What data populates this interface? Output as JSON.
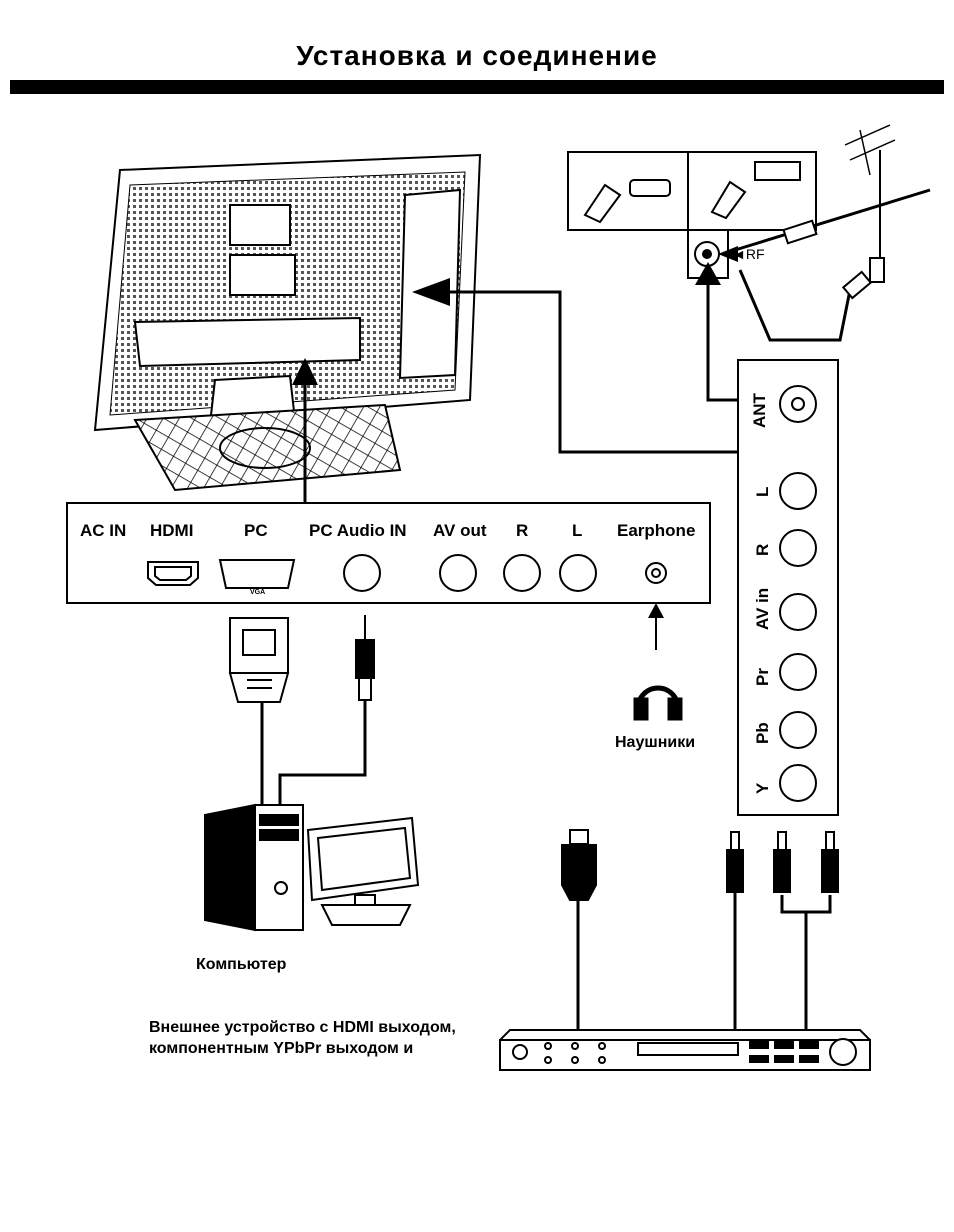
{
  "title": "Установка и соединение",
  "side_panel": {
    "ports": [
      "ANT",
      "L",
      "R",
      "AV in",
      "Pr",
      "Pb",
      "Y"
    ]
  },
  "bottom_panel": {
    "ports": [
      "AC IN",
      "HDMI",
      "PC",
      "PC Audio IN",
      "AV out",
      "R",
      "L",
      "Earphone"
    ],
    "vga_tag": "VGA"
  },
  "rf_label": "◄RF",
  "captions": {
    "headphones": "Наушники",
    "computer": "Компьютер",
    "external_line1": "Внешнее устройство с HDMI выходом,",
    "external_line2": "компонентным YPbPr выходом и"
  },
  "colors": {
    "ink": "#000000",
    "background": "#ffffff"
  }
}
